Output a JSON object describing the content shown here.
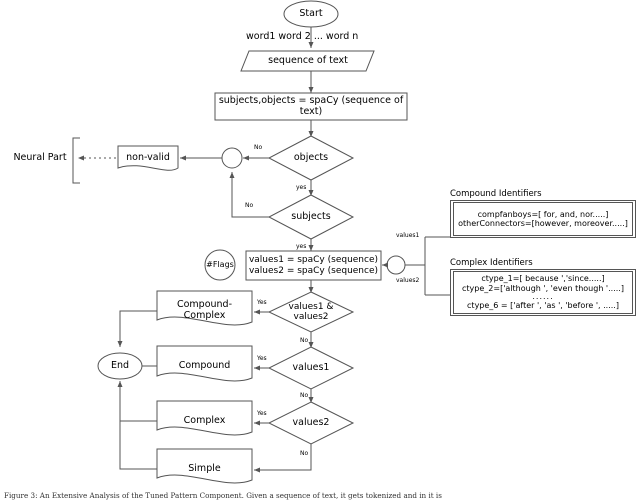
{
  "figure": {
    "type": "flowchart",
    "caption": "Figure 3:  An Extensive Analysis of the Tuned Pattern Component. Given a sequence of text, it gets tokenized and in it is"
  },
  "nodes": {
    "start": {
      "label": "Start",
      "shape": "ellipse"
    },
    "edge_words": {
      "label": "word1 word 2 ... word n"
    },
    "sequence_of_text": {
      "label": "sequence of text",
      "shape": "parallelogram"
    },
    "spacy_call": {
      "label": "subjects,objects = spaCy (sequence of text)",
      "shape": "rect"
    },
    "objects": {
      "label": "objects",
      "shape": "diamond"
    },
    "subjects": {
      "label": "subjects",
      "shape": "diamond"
    },
    "merge_circle": {
      "label": "",
      "shape": "circle"
    },
    "non_valid": {
      "label": "non-valid",
      "shape": "document"
    },
    "neural_part": {
      "label": "Neural Part",
      "shape": "bracket-text"
    },
    "flags": {
      "label": "#Flags",
      "shape": "circle"
    },
    "values_assign": {
      "line1": "values1 = spaCy (sequence)",
      "line2": "values2 = spaCy (sequence)",
      "shape": "rect"
    },
    "ident_circle": {
      "label": "",
      "shape": "circle"
    },
    "values1_and_values2": {
      "line1": "values1 &",
      "line2": "values2",
      "shape": "diamond"
    },
    "values1": {
      "label": "values1",
      "shape": "diamond"
    },
    "values2": {
      "label": "values2",
      "shape": "diamond"
    },
    "compound_complex": {
      "label": "Compound-Complex",
      "shape": "document"
    },
    "compound": {
      "label": "Compound",
      "shape": "document"
    },
    "complex": {
      "label": "Complex",
      "shape": "document"
    },
    "simple": {
      "label": "Simple",
      "shape": "document"
    },
    "end": {
      "label": "End",
      "shape": "ellipse"
    }
  },
  "edge_labels": {
    "objects_no": "No",
    "objects_yes": "yes",
    "subjects_no": "No",
    "subjects_yes": "yes",
    "values12_yes": "Yes",
    "values12_no": "No",
    "values1_yes": "Yes",
    "values1_no": "No",
    "values2_yes": "Yes",
    "values2_no": "No",
    "conn_values1": "values1",
    "conn_values2": "values2"
  },
  "identifiers": {
    "compound": {
      "title": "Compound Identifiers",
      "lines": [
        "compfanboys=[ for, and, nor.....]",
        "otherConnectors=[however, moreover.....]"
      ]
    },
    "complex": {
      "title": "Complex Identifiers",
      "lines": [
        "ctype_1=[ because ','since.....]",
        "ctype_2=['although ', 'even though '.....]",
        "......",
        "ctype_6 = ['after ', 'as ', 'before ', .....]"
      ]
    }
  },
  "colors": {
    "stroke": "#555555",
    "text": "#000000",
    "background": "#ffffff"
  }
}
